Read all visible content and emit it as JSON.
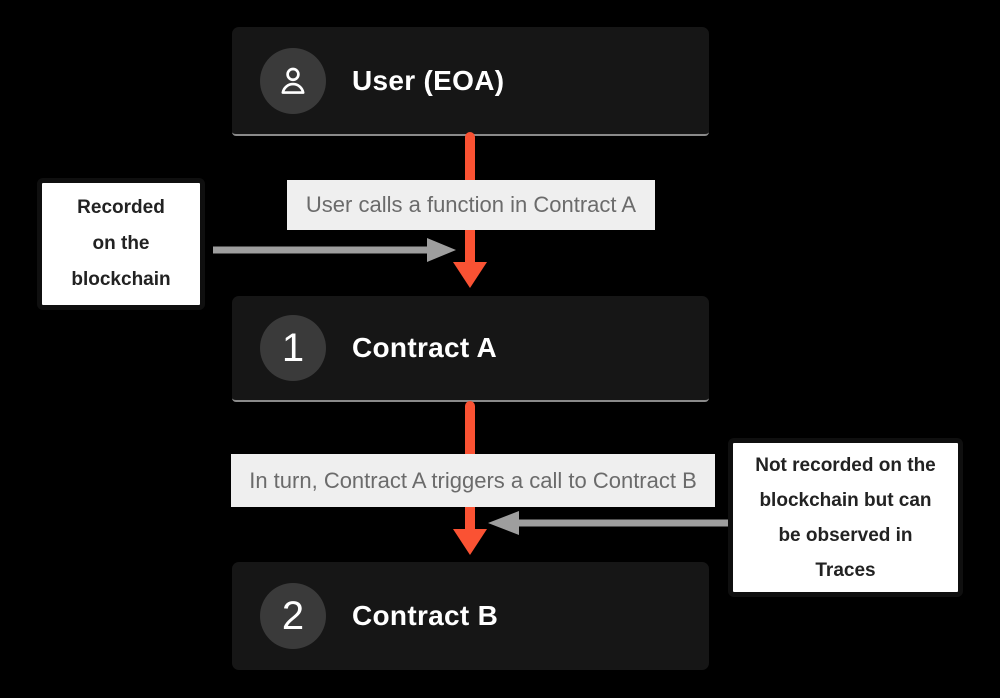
{
  "page": {
    "background": "#000000",
    "description": "Blockchain call-flow diagram: User (EOA) calls Contract A which triggers Contract B"
  },
  "palette": {
    "node_bg": "#161616",
    "node_underline": "#8a8a8a",
    "node_circle_bg": "#3a3a3a",
    "node_text": "#ffffff",
    "flow_label_bg": "#efefef",
    "flow_label_text": "#6b6b6b",
    "arrow_orange": "#fa5233",
    "arrow_gray": "#9e9e9e",
    "note_bg": "#ffffff",
    "note_border": "#0f0f0f",
    "note_text": "#222222"
  },
  "nodes": [
    {
      "title": "User (EOA)",
      "badge_icon": "user-icon"
    },
    {
      "title": "Contract A",
      "badge": "1"
    },
    {
      "title": "Contract B",
      "badge": "2"
    }
  ],
  "flow_labels": [
    {
      "text": "User calls a function in Contract A"
    },
    {
      "text": "In turn, Contract A triggers a call to Contract B"
    }
  ],
  "annotations": [
    {
      "lines": [
        "Recorded",
        "on the",
        "blockchain"
      ]
    },
    {
      "lines": [
        "Not recorded on the",
        "blockchain but can",
        "be observed in",
        "Traces"
      ]
    }
  ]
}
